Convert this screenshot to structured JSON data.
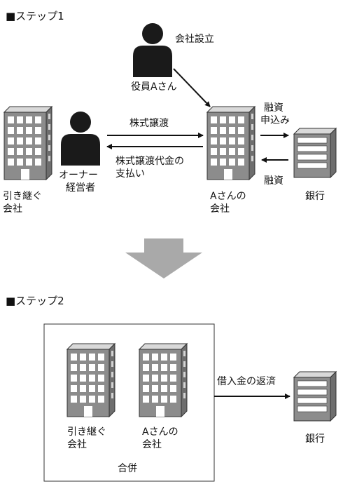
{
  "step1": {
    "heading": "■ステップ1",
    "officer": {
      "action": "会社設立",
      "label": "役員Aさん"
    },
    "successor_company": {
      "line1": "引き継ぐ",
      "line2": "会社"
    },
    "owner": {
      "line1": "オーナー",
      "line2": "経営者"
    },
    "a_company": {
      "line1": "Aさんの",
      "line2": "会社"
    },
    "bank": {
      "label": "銀行"
    },
    "arrows": {
      "share_transfer": "株式譲渡",
      "payment_line1": "株式譲渡代金の",
      "payment_line2": "支払い",
      "loan_request_line1": "融資",
      "loan_request_line2": "申込み",
      "loan": "融資"
    }
  },
  "step2": {
    "heading": "■ステップ2",
    "successor_company": {
      "line1": "引き継ぐ",
      "line2": "会社"
    },
    "a_company": {
      "line1": "Aさんの",
      "line2": "会社"
    },
    "merger": "合併",
    "repayment": "借入金の返済",
    "bank": {
      "label": "銀行"
    }
  },
  "colors": {
    "building_fill": "#8c8c8c",
    "person_fill": "#1a1a1a",
    "big_arrow": "#a9a9a9"
  }
}
